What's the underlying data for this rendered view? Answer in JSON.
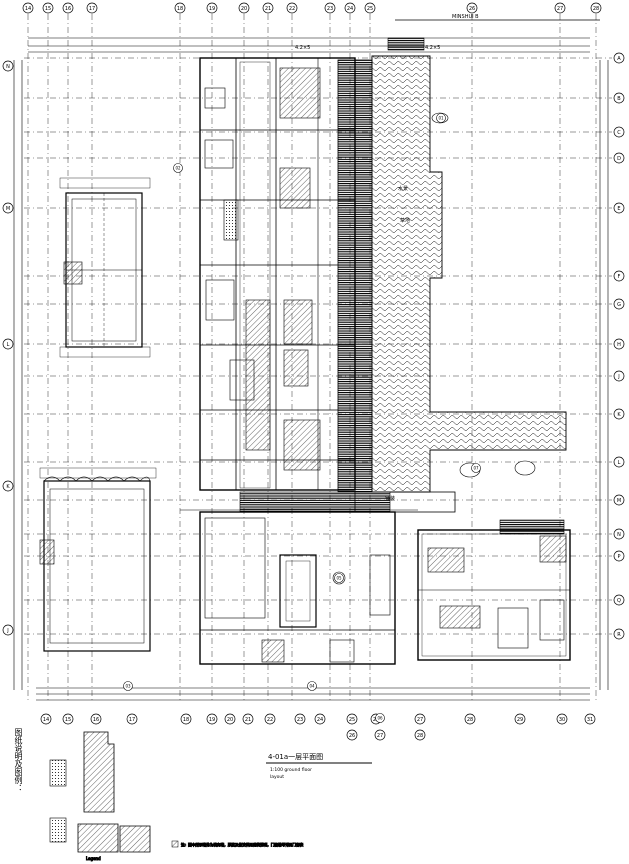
{
  "drawing": {
    "title": "4-01a一层平面图",
    "subtitle": "1:100 ground floor",
    "subtitle_2": "layout",
    "left_vertical_note": "图纸说明及图例：",
    "legend_caption": "Legend",
    "note": "注：图中所示墙体为填充墙，厚度及做法详见建筑说明，门窗编号详见门窗表",
    "top_banner": "MINSHUI B",
    "dim_top_small": "4.2×5",
    "dim_top_small_2": "4.2×5"
  },
  "grid_top": [
    "14",
    "15",
    "16",
    "17",
    "18",
    "19",
    "20",
    "21",
    "22",
    "23",
    "24",
    "25",
    "26",
    "27",
    "28"
  ],
  "grid_bottom": [
    "14",
    "15",
    "16",
    "17",
    "18",
    "19",
    "20",
    "21",
    "22",
    "23",
    "24",
    "25",
    "26",
    "27",
    "28",
    "29",
    "30",
    "31"
  ],
  "grid_right": [
    "A",
    "B",
    "C",
    "D",
    "E",
    "F",
    "G",
    "H",
    "J",
    "K",
    "L",
    "M",
    "N",
    "P",
    "Q",
    "R"
  ],
  "grid_left": [
    "N",
    "M",
    "L",
    "K",
    "J"
  ],
  "room_tags": [
    "01",
    "02",
    "03",
    "04",
    "05",
    "06",
    "07"
  ],
  "hatch_labels": [
    "水景",
    "草地",
    "铺装"
  ],
  "colors": {
    "ink": "#000000",
    "paper": "#ffffff",
    "stair": "#111111"
  }
}
